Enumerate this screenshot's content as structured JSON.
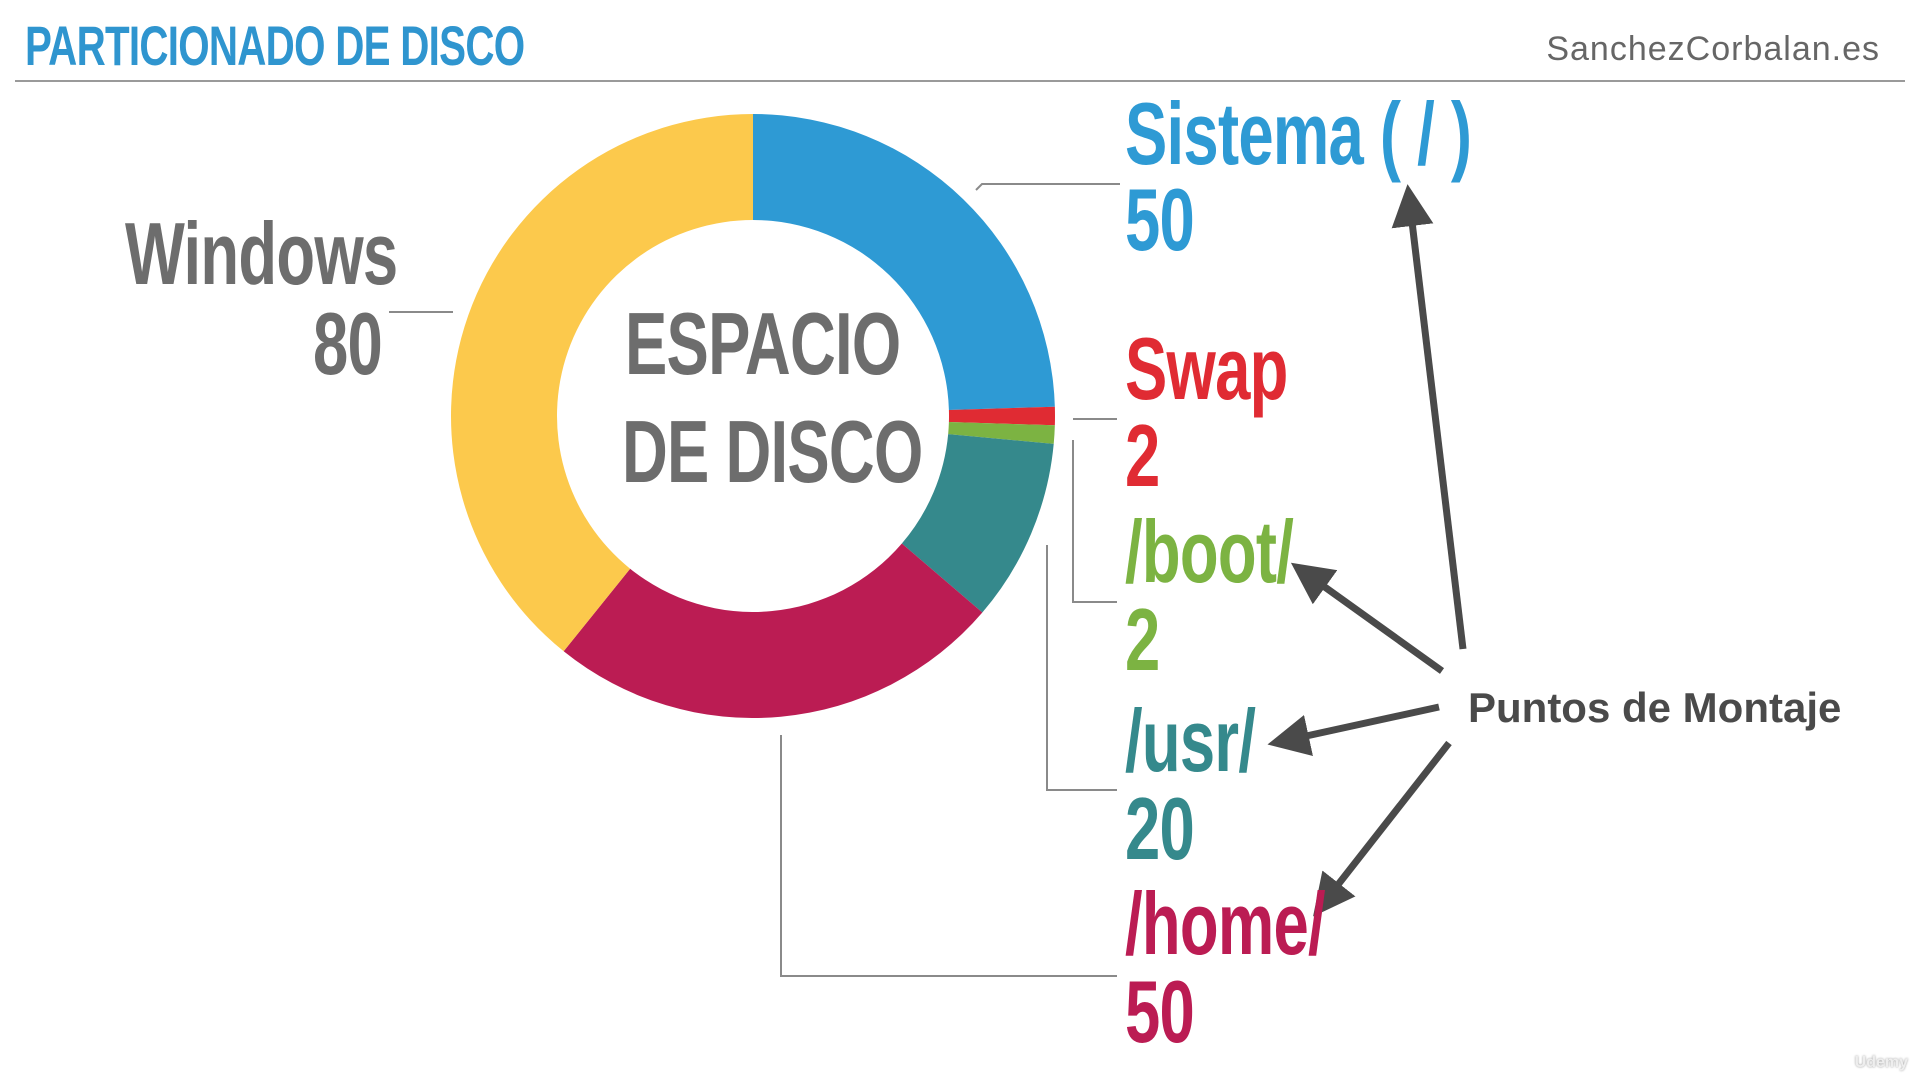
{
  "header": {
    "title": "PARTICIONADO DE DISCO",
    "site": "SanchezCorbalan.es"
  },
  "chart_data": {
    "type": "pie",
    "variant": "donut",
    "center_label": [
      "ESPACIO",
      "DE DISCO"
    ],
    "slices": [
      {
        "name": "Sistema ( / )",
        "value": 50,
        "color": "#2e9ad4"
      },
      {
        "name": "Swap",
        "value": 2,
        "color": "#e02b33"
      },
      {
        "name": "/boot/",
        "value": 2,
        "color": "#7cb342"
      },
      {
        "name": "/usr/",
        "value": 20,
        "color": "#35898c"
      },
      {
        "name": "/home/",
        "value": 50,
        "color": "#bb1c53"
      },
      {
        "name": "Windows",
        "value": 80,
        "color": "#fcc94c"
      }
    ]
  },
  "labels": {
    "sistema": {
      "name": "Sistema ( / )",
      "value": "50"
    },
    "swap": {
      "name": "Swap",
      "value": "2"
    },
    "boot": {
      "name": "/boot/",
      "value": "2"
    },
    "usr": {
      "name": "/usr/",
      "value": "20"
    },
    "home": {
      "name": "/home/",
      "value": "50"
    },
    "windows": {
      "name": "Windows",
      "value": "80"
    }
  },
  "annotation": "Puntos de Montaje",
  "watermark": "Udemy"
}
